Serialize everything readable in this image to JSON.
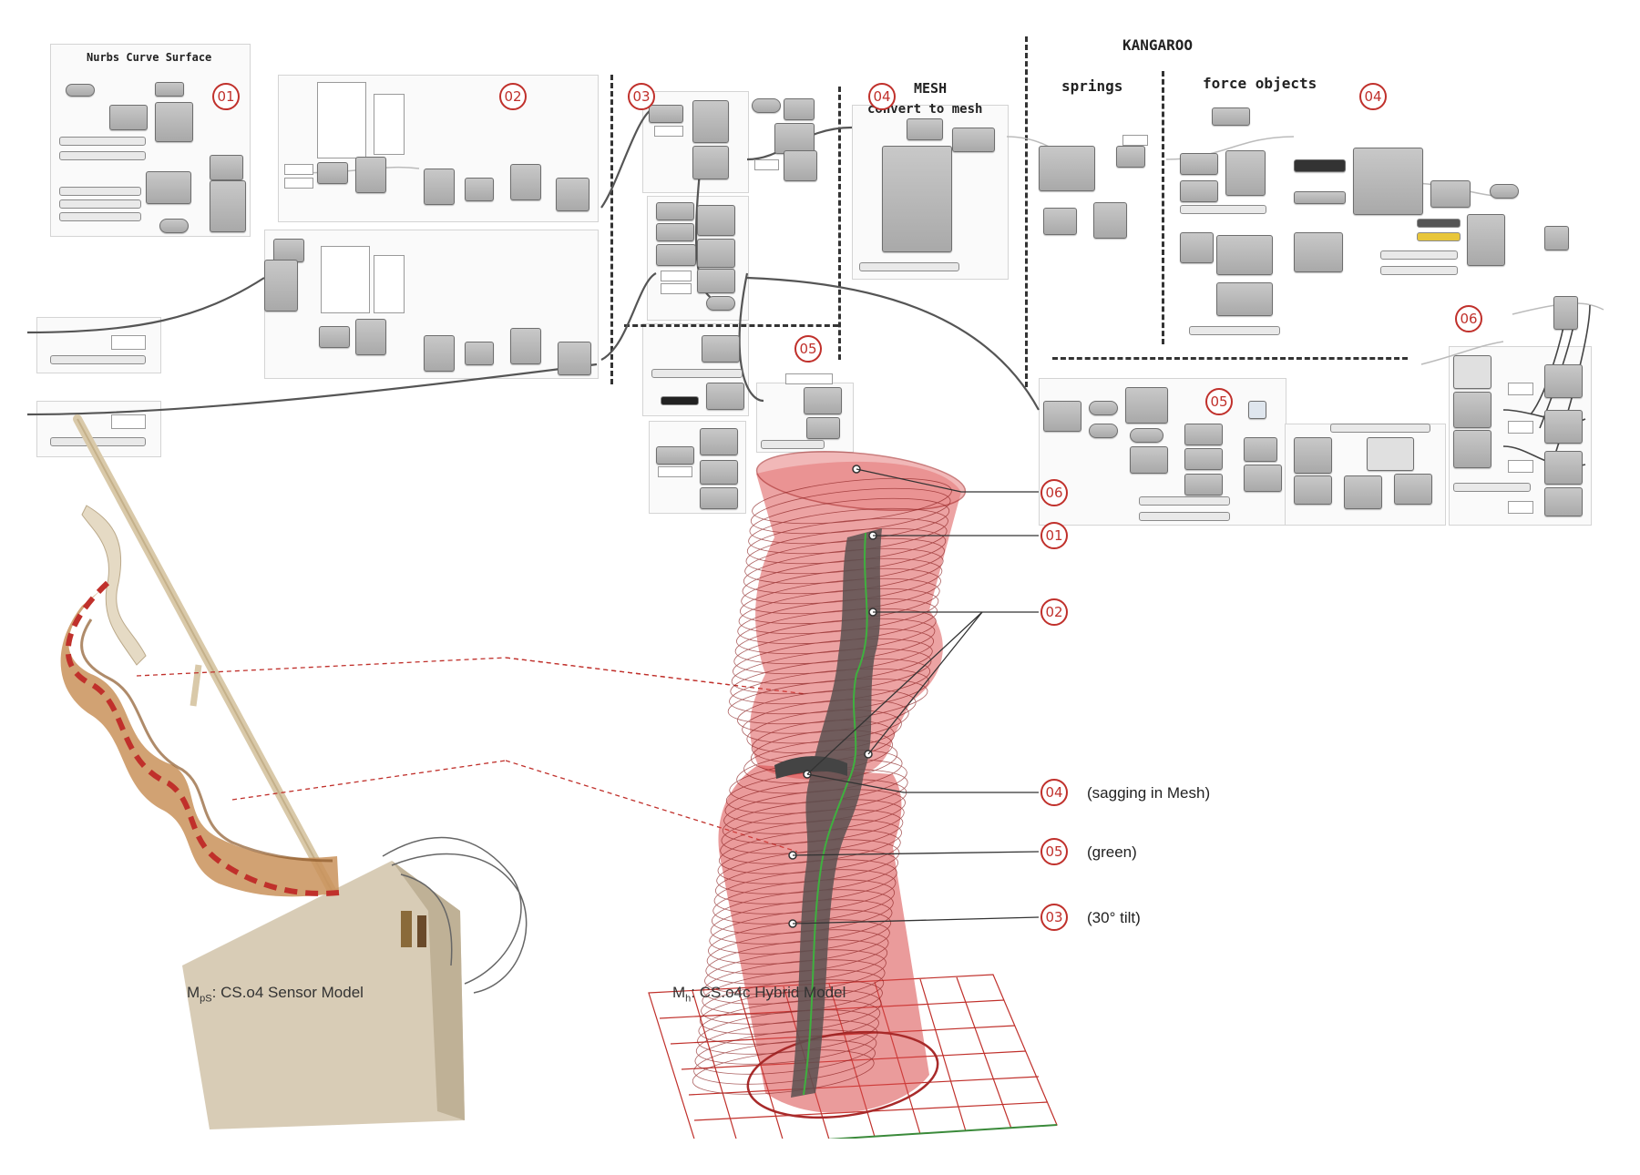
{
  "headings": {
    "nurbs": "Nurbs Curve Surface",
    "kangaroo": "KANGAROO",
    "mesh_line1": "MESH",
    "mesh_line2": "convert to mesh",
    "springs": "springs",
    "force_objects": "force objects"
  },
  "canvas_badges": [
    {
      "id": "01",
      "label": "01"
    },
    {
      "id": "02",
      "label": "02"
    },
    {
      "id": "03",
      "label": "03"
    },
    {
      "id": "04a",
      "label": "04"
    },
    {
      "id": "04b",
      "label": "04"
    },
    {
      "id": "05a",
      "label": "05"
    },
    {
      "id": "05b",
      "label": "05"
    },
    {
      "id": "06",
      "label": "06"
    }
  ],
  "callouts": [
    {
      "label": "06",
      "note": ""
    },
    {
      "label": "01",
      "note": ""
    },
    {
      "label": "02",
      "note": ""
    },
    {
      "label": "04",
      "note": "(sagging in Mesh)"
    },
    {
      "label": "05",
      "note": "(green)"
    },
    {
      "label": "03",
      "note": "(30° tilt)"
    }
  ],
  "captions": {
    "left_prefix": "M",
    "left_sub": "pS",
    "left_text": ": CS.o4 Sensor Model",
    "right_prefix": "M",
    "right_sub": "h",
    "right_text": ": CS.o4c Hybrid Model"
  },
  "colors": {
    "accent": "#c0302b",
    "hybrid_fill": "#d94848",
    "grid": "#c0302b",
    "strip": "#5a5050",
    "sensor_strip": "#c9925a"
  }
}
